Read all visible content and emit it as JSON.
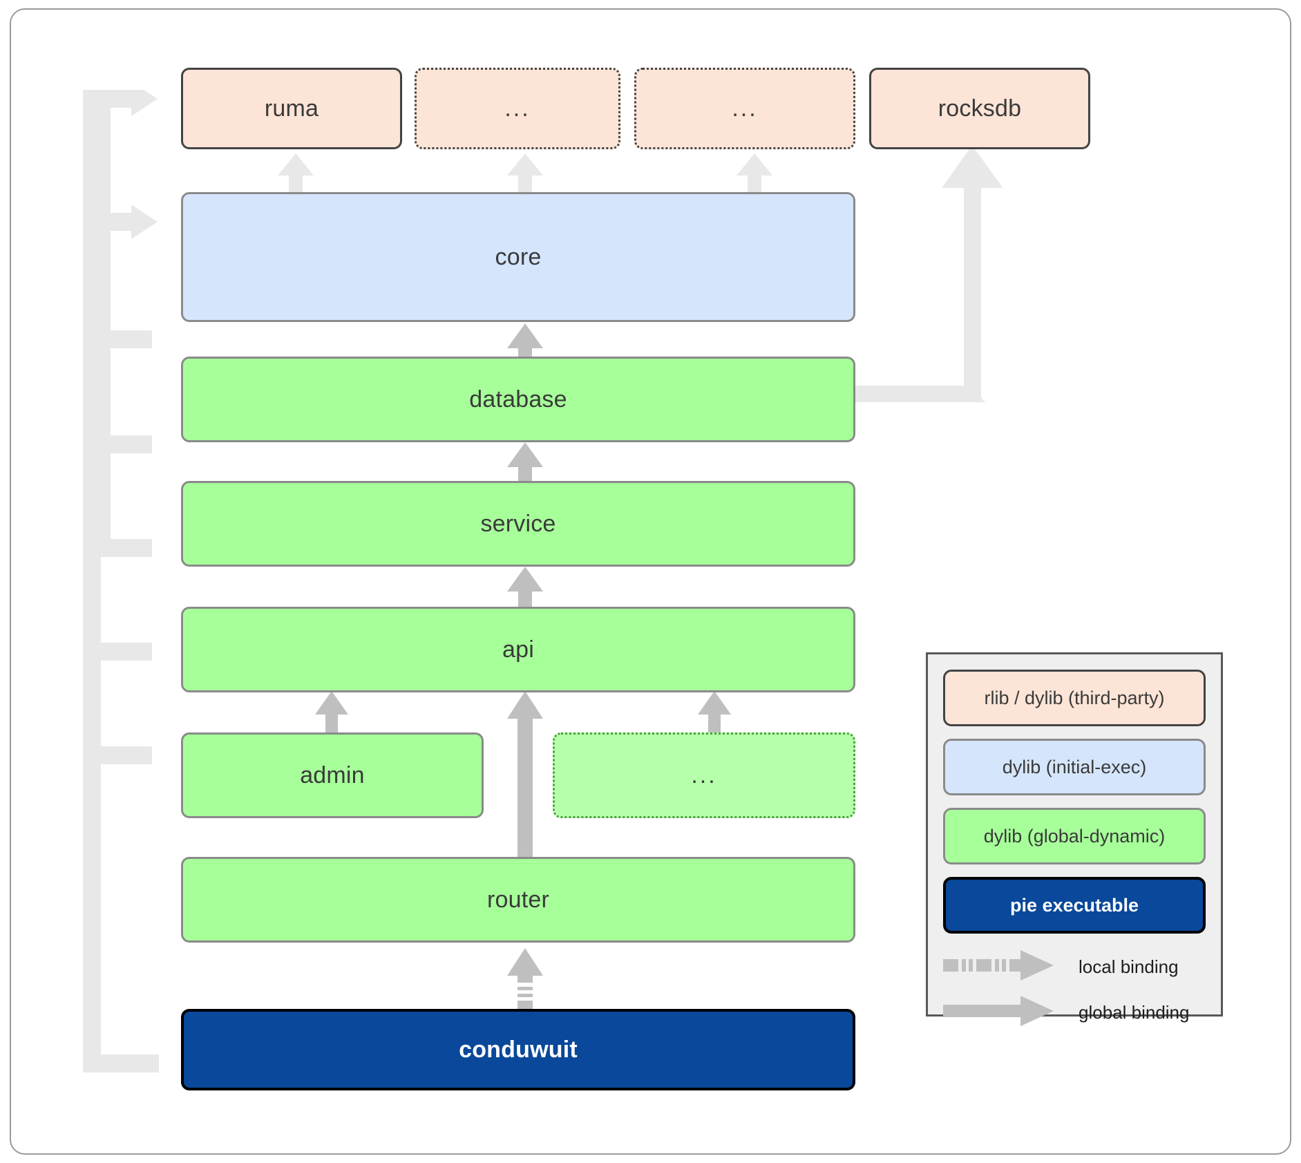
{
  "diagram": {
    "title": "conduwuit crate dependency / linkage diagram",
    "colors": {
      "third_party": "#fce4d6",
      "initial_exec": "#d4e5fc",
      "global_dynamic": "#a6ff99",
      "global_dynamic_optional": "#b6ffab",
      "pie_executable": "#09489a",
      "frame_border": "#9a9a9a",
      "arrow_light": "#e8e8e8",
      "arrow_mid": "#bfbfbf",
      "legend_bg": "#efefef"
    },
    "nodes": [
      {
        "id": "ruma",
        "label": "ruma",
        "kind": "rlib-dylib-third-party",
        "style": "solid"
      },
      {
        "id": "top_dots1",
        "label": "...",
        "kind": "rlib-dylib-third-party",
        "style": "dotted"
      },
      {
        "id": "top_dots2",
        "label": "...",
        "kind": "rlib-dylib-third-party",
        "style": "dotted"
      },
      {
        "id": "rocksdb",
        "label": "rocksdb",
        "kind": "rlib-dylib-third-party",
        "style": "solid"
      },
      {
        "id": "core",
        "label": "core",
        "kind": "dylib-initial-exec",
        "style": "solid"
      },
      {
        "id": "database",
        "label": "database",
        "kind": "dylib-global-dynamic",
        "style": "solid"
      },
      {
        "id": "service",
        "label": "service",
        "kind": "dylib-global-dynamic",
        "style": "solid"
      },
      {
        "id": "api",
        "label": "api",
        "kind": "dylib-global-dynamic",
        "style": "solid"
      },
      {
        "id": "admin",
        "label": "admin",
        "kind": "dylib-global-dynamic",
        "style": "solid"
      },
      {
        "id": "mid_dots",
        "label": "...",
        "kind": "dylib-global-dynamic",
        "style": "dotted"
      },
      {
        "id": "router",
        "label": "router",
        "kind": "dylib-global-dynamic",
        "style": "solid"
      },
      {
        "id": "conduwuit",
        "label": "conduwuit",
        "kind": "pie-executable",
        "style": "solid"
      }
    ],
    "edges": [
      {
        "from": "core",
        "to": "ruma",
        "binding": "global"
      },
      {
        "from": "core",
        "to": "top_dots1",
        "binding": "global"
      },
      {
        "from": "core",
        "to": "top_dots2",
        "binding": "global"
      },
      {
        "from": "database",
        "to": "rocksdb",
        "binding": "global"
      },
      {
        "from": "database",
        "to": "core",
        "binding": "global"
      },
      {
        "from": "service",
        "to": "database",
        "binding": "global"
      },
      {
        "from": "api",
        "to": "service",
        "binding": "global"
      },
      {
        "from": "admin",
        "to": "api",
        "binding": "global"
      },
      {
        "from": "mid_dots",
        "to": "api",
        "binding": "global"
      },
      {
        "from": "router",
        "to": "api",
        "binding": "global"
      },
      {
        "from": "conduwuit",
        "to": "router",
        "binding": "local"
      }
    ],
    "bus_targets": [
      "ruma",
      "core",
      "database",
      "service",
      "api",
      "admin",
      "router"
    ]
  },
  "legend": {
    "items": [
      {
        "label": "rlib / dylib (third-party)",
        "kind": "third"
      },
      {
        "label": "dylib (initial-exec)",
        "kind": "ie"
      },
      {
        "label": "dylib (global-dynamic)",
        "kind": "gd"
      },
      {
        "label": "pie executable",
        "kind": "pie"
      }
    ],
    "bindings": [
      {
        "label": "local binding",
        "style": "dashed"
      },
      {
        "label": "global binding",
        "style": "solid"
      }
    ]
  }
}
